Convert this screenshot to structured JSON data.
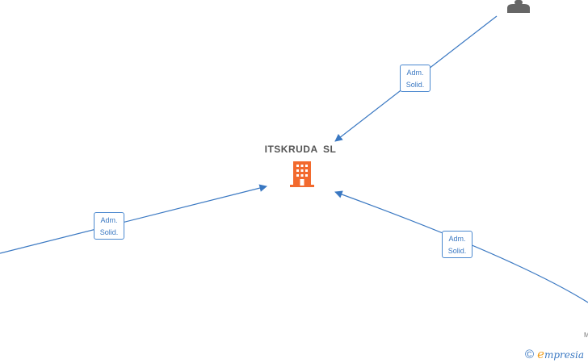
{
  "company": {
    "name": "ITSKRUDA SL",
    "icon": "building-icon",
    "color": "#f26a2e"
  },
  "relations": [
    {
      "id": "top-right",
      "line1": "Adm.",
      "line2": "Solid."
    },
    {
      "id": "left",
      "line1": "Adm.",
      "line2": "Solid."
    },
    {
      "id": "bottom-right",
      "line1": "Adm.",
      "line2": "Solid."
    }
  ],
  "colors": {
    "edge": "#3a78c2",
    "person": "#666666"
  },
  "footer": {
    "cut_letter": "M",
    "copyright": "©",
    "brand_initial": "e",
    "brand_rest": "mpresia"
  }
}
